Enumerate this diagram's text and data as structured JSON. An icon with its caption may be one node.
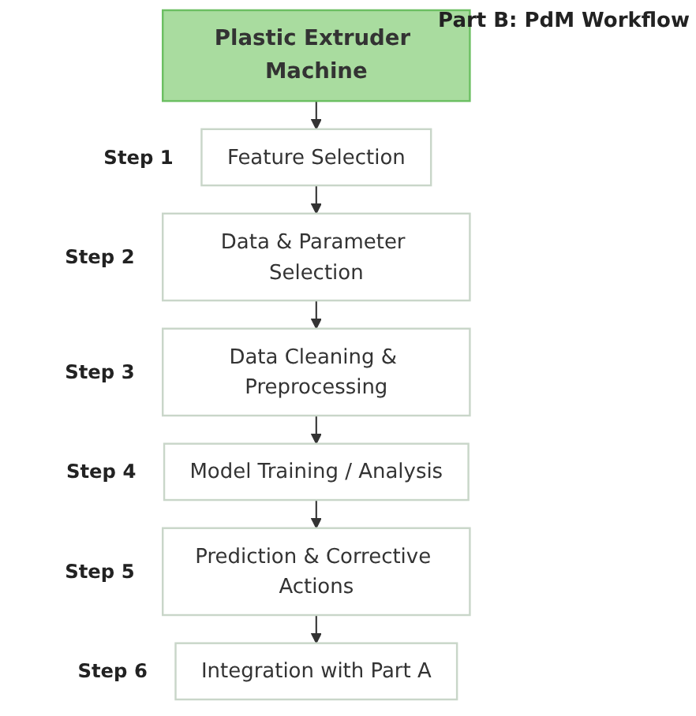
{
  "diagram": {
    "title": "Part B: PdM Workflow",
    "nodes": [
      {
        "text": [
          "Plastic Extruder Machine"
        ]
      },
      {
        "text": [
          "Feature Selection"
        ],
        "beside": [
          "Step 1"
        ]
      },
      {
        "text": [
          "Data & Parameter Selection"
        ],
        "beside": [
          "Step 2"
        ]
      },
      {
        "text": [
          "Data Cleaning & Preprocessing"
        ],
        "beside": [
          "Step 3"
        ]
      },
      {
        "text": [
          "Model Training / Analysis"
        ],
        "beside": [
          "Step 4"
        ]
      },
      {
        "text": [
          "Prediction & Corrective Actions"
        ],
        "beside": [
          "Step 5"
        ]
      },
      {
        "text": [
          "Integration with Part A"
        ],
        "beside": [
          "Step 6"
        ]
      }
    ],
    "edges": [
      {
        "from": 0,
        "to": 1,
        "arrow": "to"
      },
      {
        "from": 1,
        "to": 2,
        "arrow": "to"
      },
      {
        "from": 2,
        "to": 3,
        "arrow": "to"
      },
      {
        "from": 3,
        "to": 4,
        "arrow": "to"
      },
      {
        "from": 4,
        "to": 5,
        "arrow": "to"
      },
      {
        "from": 5,
        "to": 6,
        "arrow": "to"
      }
    ]
  }
}
